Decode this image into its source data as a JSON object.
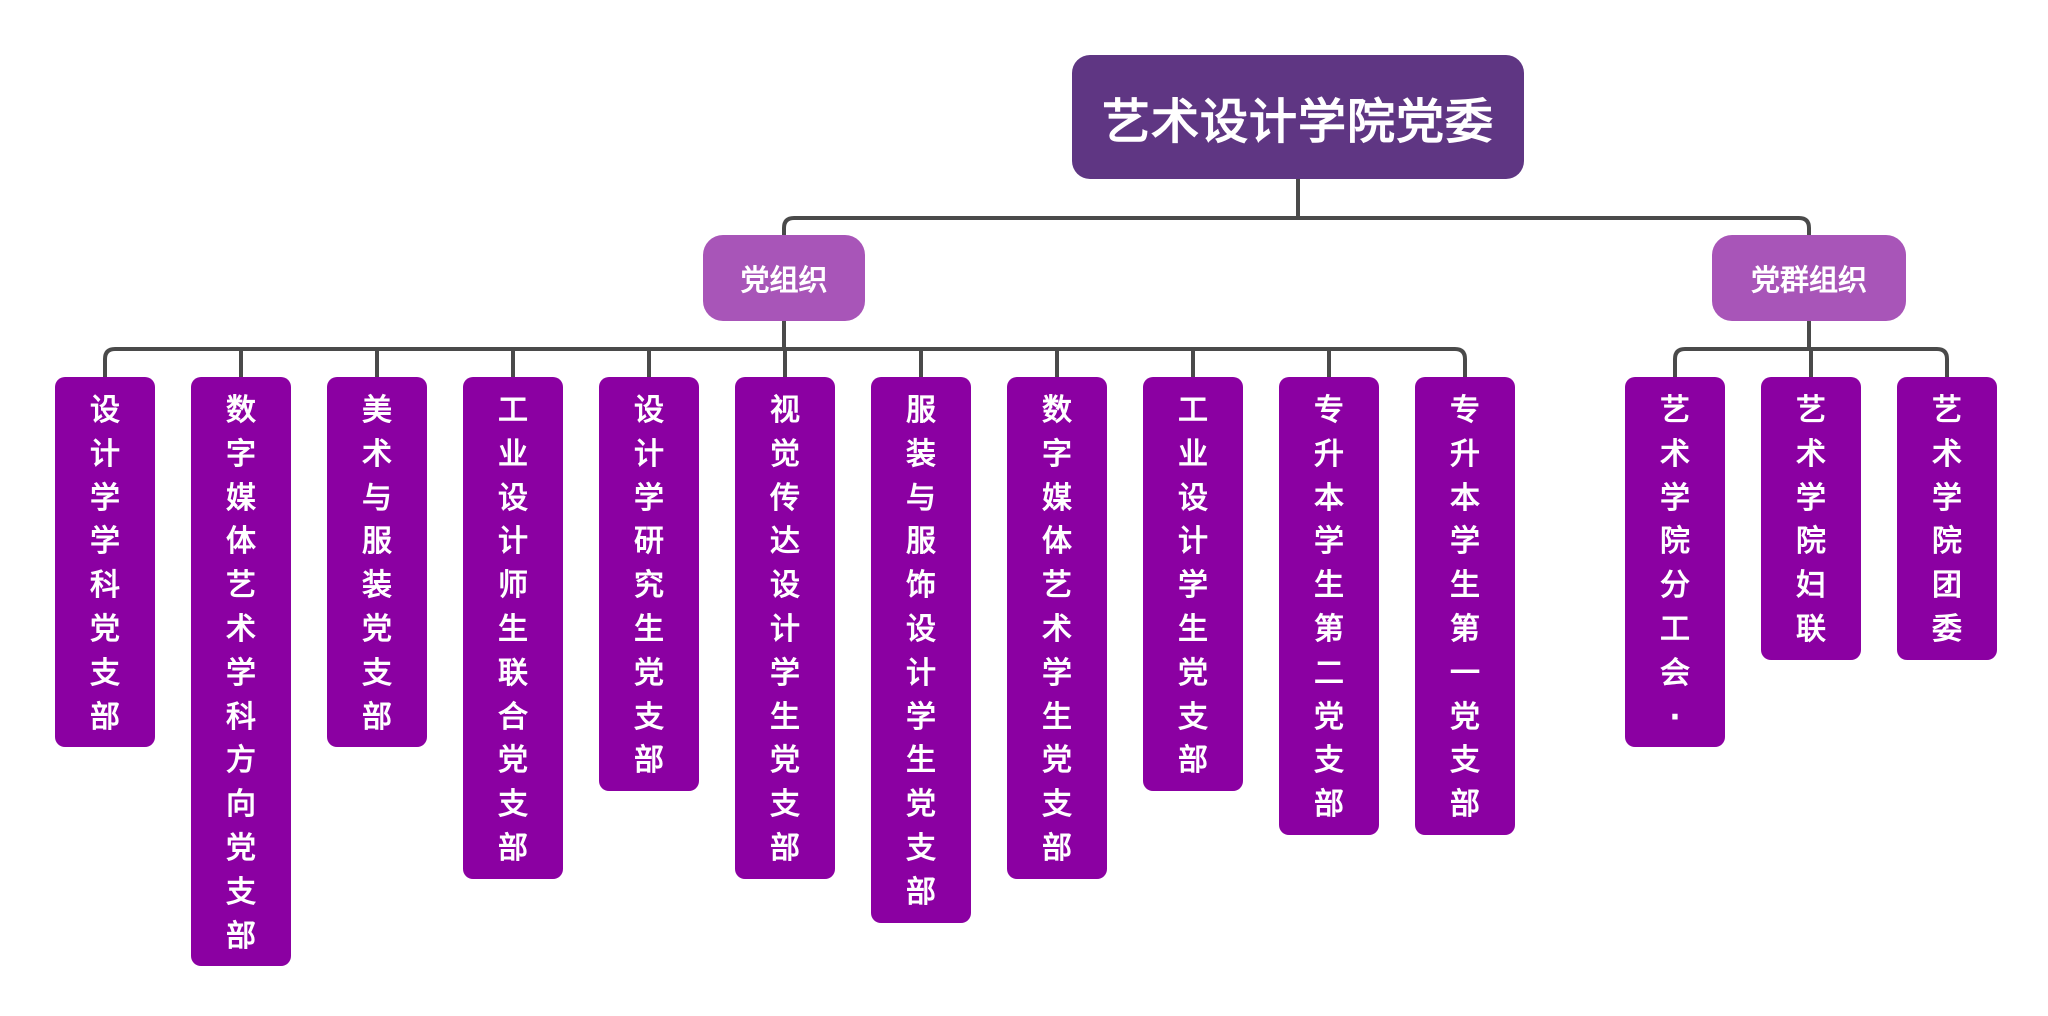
{
  "root": {
    "label": "艺术设计学院党委"
  },
  "categories": [
    {
      "label": "党组织",
      "children": [
        "设计学学科党支部",
        "数字媒体艺术学科方向党支部",
        "美术与服装党支部",
        "工业设计师生联合党支部",
        "设计学研究生党支部",
        "视觉传达设计学生党支部",
        "服装与服饰设计学生党支部",
        "数字媒体艺术学生党支部",
        "工业设计学生党支部",
        "专升本学生第二党支部",
        "专升本学生第一党支部"
      ]
    },
    {
      "label": "党群组织",
      "children": [
        "艺术学院分工会·",
        "艺术学院妇联",
        "艺术学院团委"
      ]
    }
  ],
  "colors": {
    "root": "#5f3683",
    "category": "#a855b8",
    "leaf": "#8b00a2",
    "connector": "#4a4a4a",
    "text": "#ffffff"
  }
}
